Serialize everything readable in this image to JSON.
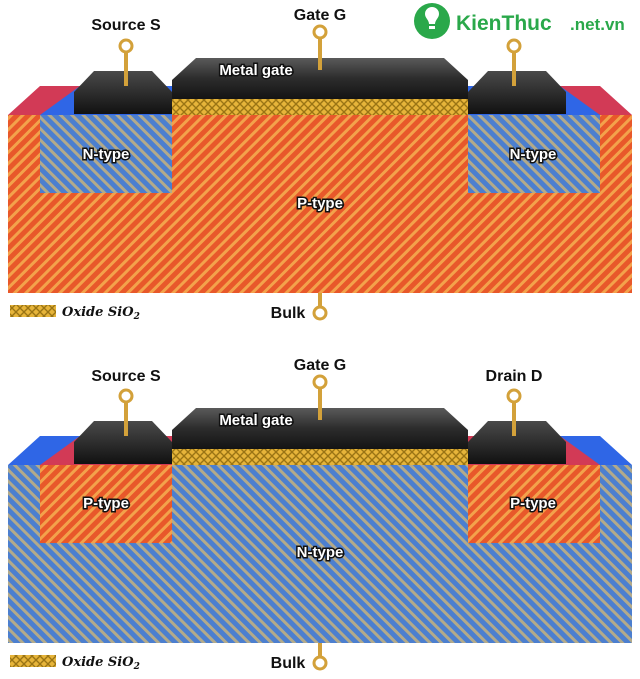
{
  "watermark": {
    "text": "KienThuc",
    "suffix": ".net.vn",
    "color": "#2aa84a"
  },
  "colors": {
    "p_region": "#e2572b",
    "n_region": "#4a7fd0",
    "red_ledge": "#d23a56",
    "blue_ledge": "#2f66e6",
    "oxide": "#e7b53a",
    "metal": "#2d2d2d",
    "lead": "#d3a13a"
  },
  "top": {
    "source": "Source S",
    "gate": "Gate G",
    "metal": "Metal gate",
    "left_well": "N-type",
    "right_well": "N-type",
    "substrate": "P-type",
    "legend": "Oxide SiO",
    "legend_sub": "2",
    "bulk": "Bulk"
  },
  "bottom": {
    "source": "Source S",
    "gate": "Gate G",
    "drain": "Drain D",
    "metal": "Metal gate",
    "left_well": "P-type",
    "right_well": "P-type",
    "substrate": "N-type",
    "legend": "Oxide SiO",
    "legend_sub": "2",
    "bulk": "Bulk"
  }
}
